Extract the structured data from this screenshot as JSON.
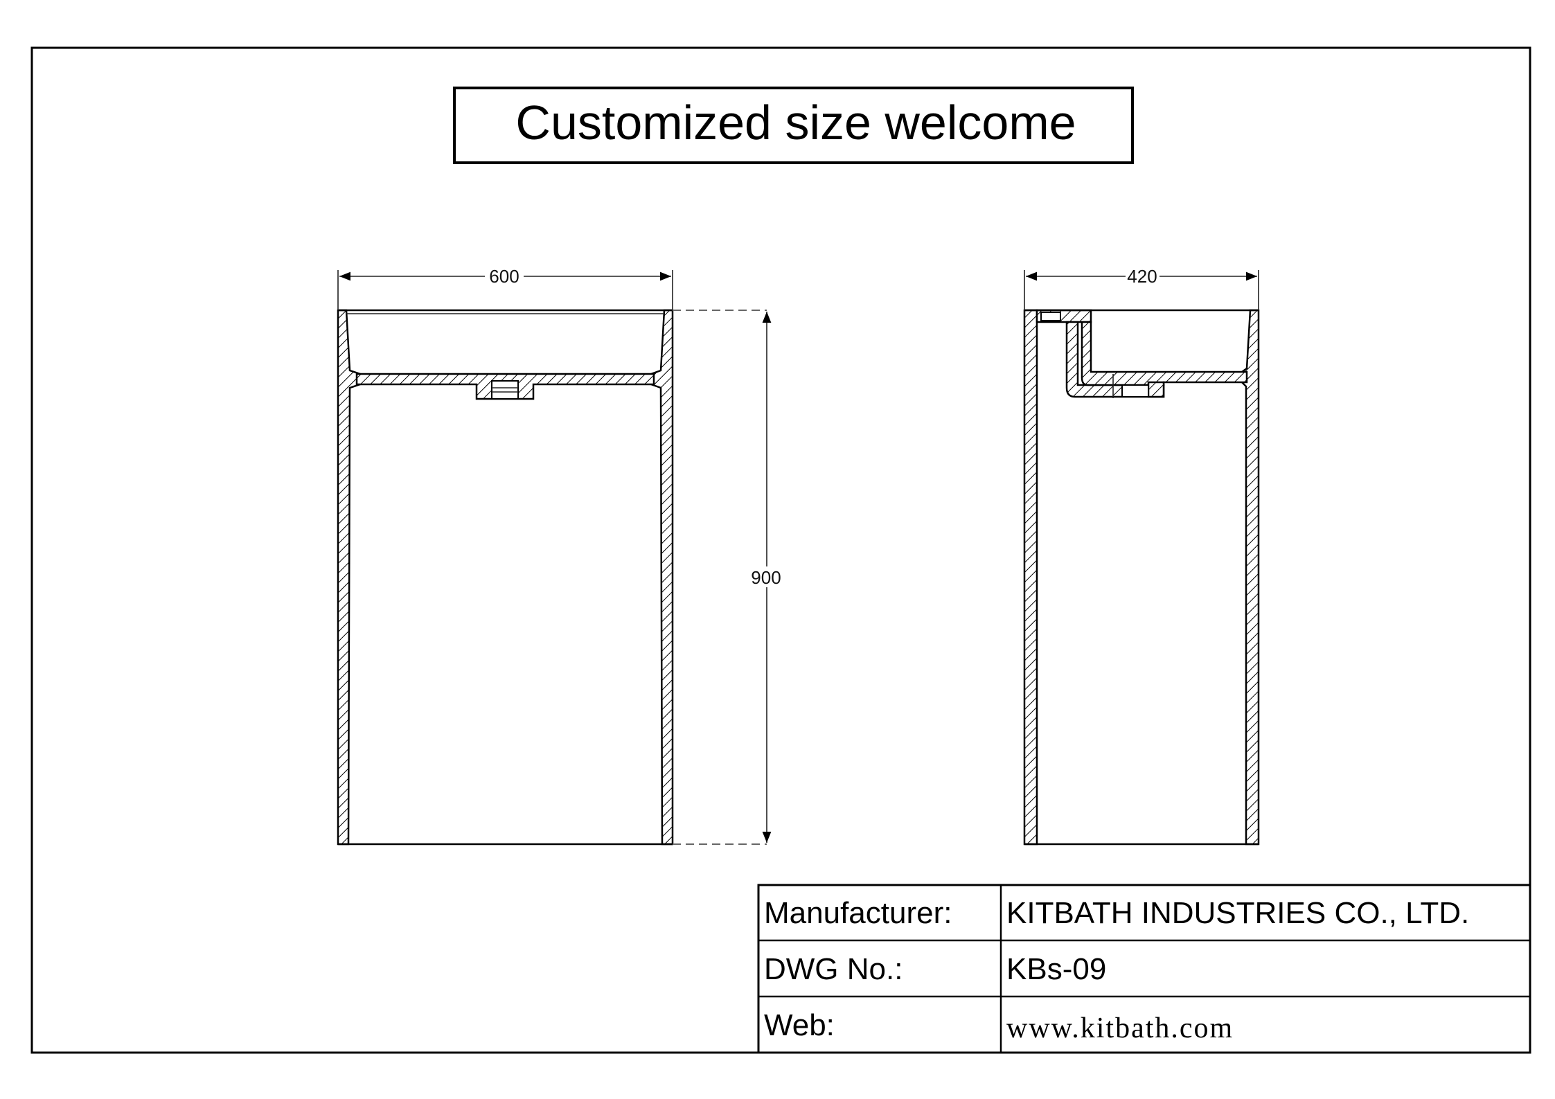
{
  "title": "Customized size welcome",
  "front_view": {
    "width_dim": "600",
    "height_dim": "900"
  },
  "side_view": {
    "depth_dim": "420"
  },
  "title_block": {
    "rows": [
      {
        "label": "Manufacturer:",
        "value": "KITBATH INDUSTRIES CO., LTD."
      },
      {
        "label": "DWG No.:",
        "value": "KBs-09"
      },
      {
        "label": "Web:",
        "value": "www.kitbath.com"
      }
    ]
  }
}
